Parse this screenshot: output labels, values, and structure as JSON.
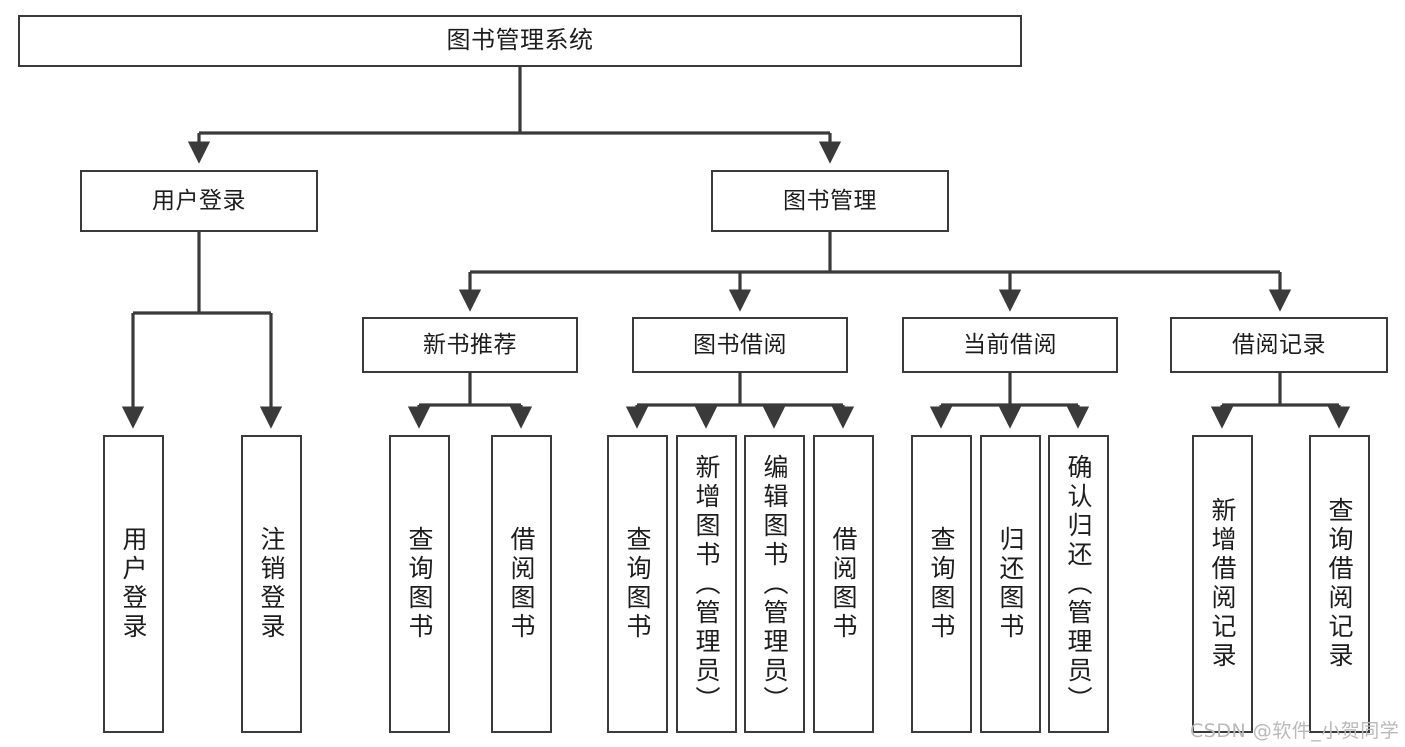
{
  "diagram": {
    "type": "tree-hierarchy-chart",
    "title": "图书管理系统",
    "colors": {
      "stroke": "#3a3a3a",
      "fill": "#ffffff",
      "text": "#1d1d1d",
      "watermark": "#b9b9b9"
    },
    "levels": {
      "root": {
        "label": "图书管理系统"
      },
      "level2": [
        {
          "id": "user-login",
          "label": "用户登录"
        },
        {
          "id": "book-management",
          "label": "图书管理"
        }
      ],
      "level3": [
        {
          "id": "new-book-recommend",
          "label": "新书推荐",
          "parent": "book-management"
        },
        {
          "id": "book-borrow",
          "label": "图书借阅",
          "parent": "book-management"
        },
        {
          "id": "current-borrow",
          "label": "当前借阅",
          "parent": "book-management"
        },
        {
          "id": "borrow-record",
          "label": "借阅记录",
          "parent": "book-management"
        }
      ],
      "leaves": [
        {
          "id": "leaf-user-login",
          "label": "用户登录",
          "parent": "user-login"
        },
        {
          "id": "leaf-logout-login",
          "label": "注销登录",
          "parent": "user-login"
        },
        {
          "id": "leaf-query-book-1",
          "label": "查询图书",
          "parent": "new-book-recommend"
        },
        {
          "id": "leaf-borrow-book-1",
          "label": "借阅图书",
          "parent": "new-book-recommend"
        },
        {
          "id": "leaf-query-book-2",
          "label": "查询图书",
          "parent": "book-borrow"
        },
        {
          "id": "leaf-add-book-admin",
          "label": "新增图书（管理员）",
          "parent": "book-borrow"
        },
        {
          "id": "leaf-edit-book-admin",
          "label": "编辑图书（管理员）",
          "parent": "book-borrow"
        },
        {
          "id": "leaf-borrow-book-2",
          "label": "借阅图书",
          "parent": "book-borrow"
        },
        {
          "id": "leaf-query-book-3",
          "label": "查询图书",
          "parent": "current-borrow"
        },
        {
          "id": "leaf-return-book",
          "label": "归还图书",
          "parent": "current-borrow"
        },
        {
          "id": "leaf-confirm-return-admin",
          "label": "确认归还（管理员）",
          "parent": "current-borrow"
        },
        {
          "id": "leaf-add-borrow-record",
          "label": "新增借阅记录",
          "parent": "borrow-record"
        },
        {
          "id": "leaf-query-borrow-record",
          "label": "查询借阅记录",
          "parent": "borrow-record"
        }
      ]
    },
    "watermark": "CSDN @软件_小贺同学"
  }
}
